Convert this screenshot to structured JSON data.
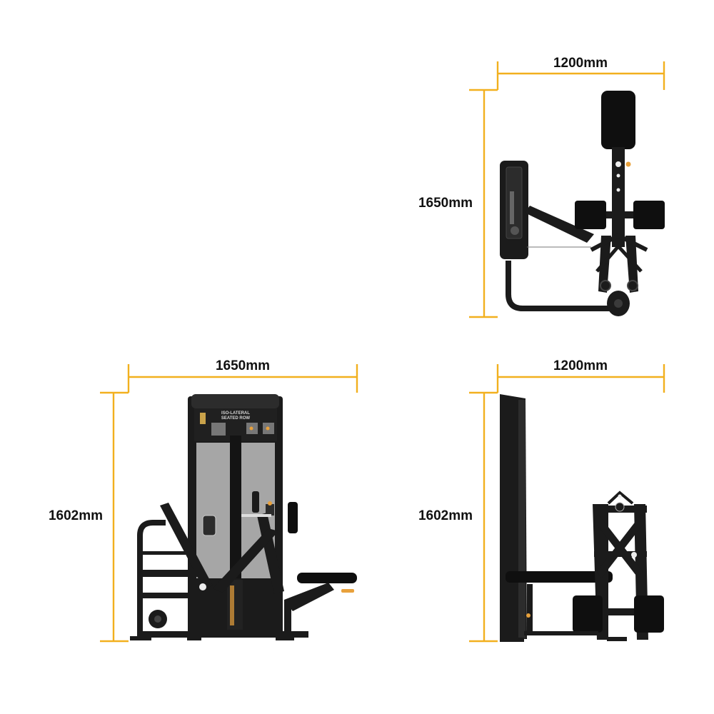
{
  "colors": {
    "dimension_line": "#F2B01E",
    "frame": "#1b1b1b",
    "frame_highlight": "#3a3a3a",
    "pad": "#0f0f0f",
    "shroud": "#a6a6a6",
    "accent_orange": "#E8A13C"
  },
  "views": {
    "top": {
      "width_label": "1200mm",
      "depth_label": "1650mm"
    },
    "front": {
      "width_label": "1650mm",
      "height_label": "1602mm",
      "panel_title_1": "ISO-LATERAL",
      "panel_title_2": "SEATED ROW"
    },
    "side": {
      "width_label": "1200mm",
      "height_label": "1602mm"
    }
  }
}
